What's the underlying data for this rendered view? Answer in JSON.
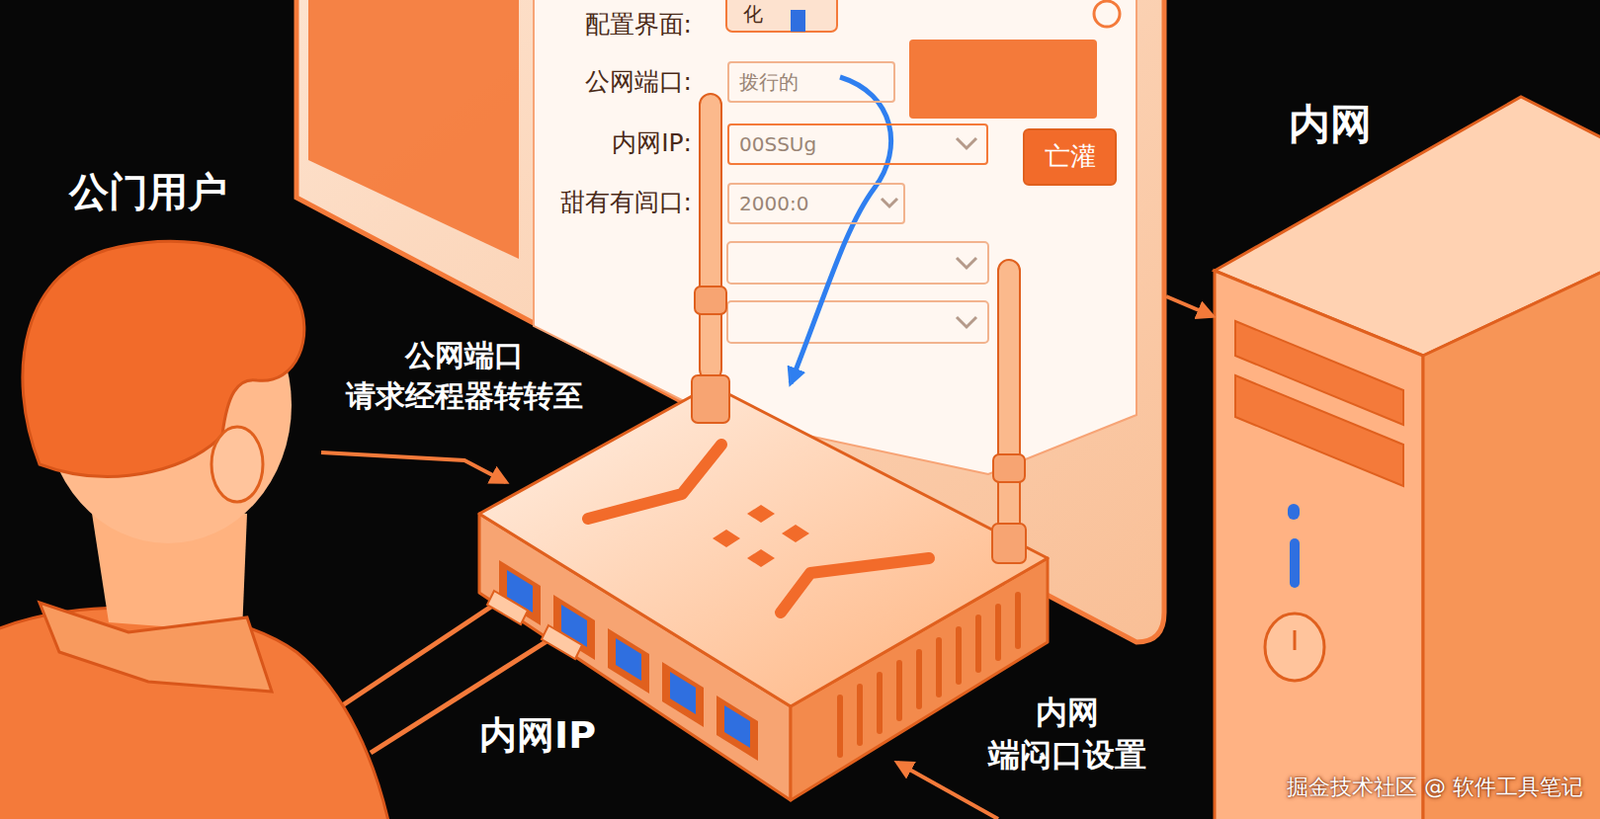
{
  "diagram": {
    "nodes": [
      {
        "text": [
          "配置界面:",
          "公网端口:",
          "内网IP:",
          "甜有有闾口:"
        ]
      },
      {
        "text": [
          "拨行的"
        ],
        "in": 0
      },
      {
        "text": [
          "亡灌"
        ],
        "in": 0
      },
      {
        "text": [
          "00SSUg"
        ],
        "in": 0
      },
      {
        "text": [
          "2000:0"
        ],
        "in": 0
      },
      {
        "text": [
          "公门用户"
        ]
      },
      {
        "text": [
          "内网"
        ]
      }
    ],
    "edges": [
      {
        "from": 0,
        "to": 6,
        "arrow": "to"
      }
    ],
    "labels": [
      "化",
      "公网端口 请求经程器转转至",
      "内网IP",
      "内网 端闷口设置",
      "掘金技术社区 @ 软件工具笔记"
    ]
  }
}
